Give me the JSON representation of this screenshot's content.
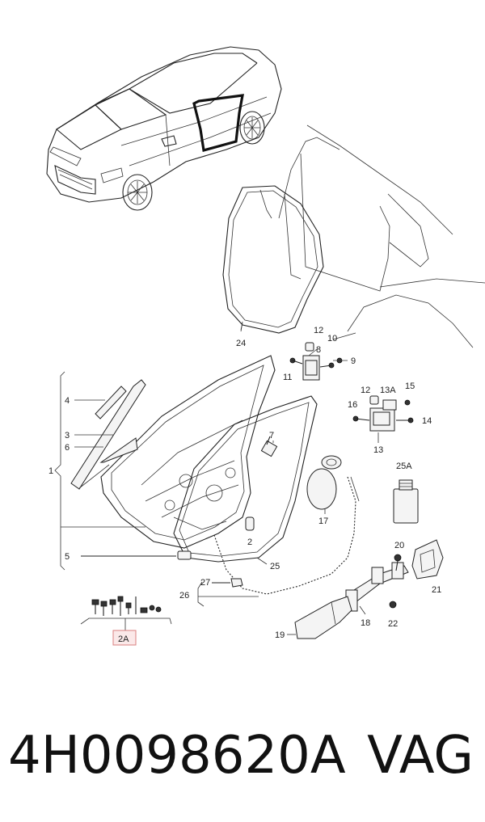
{
  "callouts": {
    "c1": "1",
    "c2": "2",
    "c2A": "2A",
    "c3": "3",
    "c4": "4",
    "c5": "5",
    "c6": "6",
    "c7": "7",
    "c8": "8",
    "c9": "9",
    "c10": "10",
    "c11": "11",
    "c12a": "12",
    "c12b": "12",
    "c13": "13",
    "c13A": "13A",
    "c14": "14",
    "c15": "15",
    "c16": "16",
    "c17": "17",
    "c18": "18",
    "c19": "19",
    "c20": "20",
    "c21": "21",
    "c22": "22",
    "c24": "24",
    "c25": "25",
    "c25A": "25A",
    "c26": "26",
    "c27": "27"
  },
  "footer": {
    "part_number": "4H0098620A",
    "brand": "VAG"
  },
  "colors": {
    "line": "#222222",
    "highlight_box": "#d98080",
    "highlight_fill": "#fbe9e9"
  }
}
